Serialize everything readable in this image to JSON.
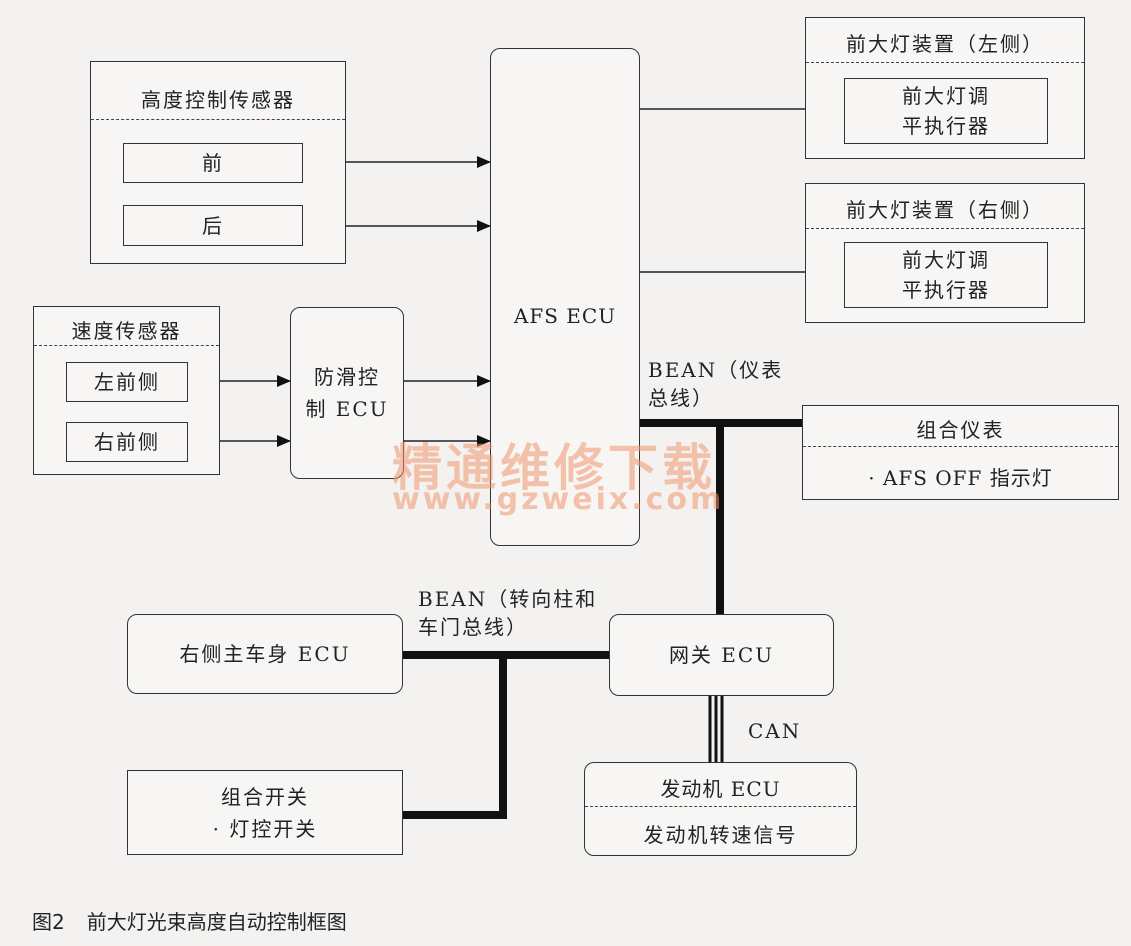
{
  "height_sensor": {
    "title": "高度控制传感器",
    "front": "前",
    "rear": "后"
  },
  "speed_sensor": {
    "title": "速度传感器",
    "left_front": "左前侧",
    "right_front": "右前侧"
  },
  "abs_ecu": {
    "line1": "防滑控",
    "line2": "制 ECU"
  },
  "afs_ecu": {
    "label": "AFS ECU"
  },
  "headlamp_left": {
    "title": "前大灯装置（左侧）",
    "actuator_line1": "前大灯调",
    "actuator_line2": "平执行器"
  },
  "headlamp_right": {
    "title": "前大灯装置（右侧）",
    "actuator_line1": "前大灯调",
    "actuator_line2": "平执行器"
  },
  "bean_meter": {
    "line1": "BEAN（仪表",
    "line2": "总线）"
  },
  "combination_meter": {
    "title": "组合仪表",
    "item": "· AFS OFF 指示灯"
  },
  "watermark": {
    "text": "精通维修下载",
    "url": "www.gzweix.com"
  },
  "bean_steering": {
    "line1": "BEAN（转向柱和",
    "line2": "车门总线）"
  },
  "body_ecu": {
    "label": "右侧主车身 ECU"
  },
  "gateway_ecu": {
    "label": "网关 ECU"
  },
  "combo_switch": {
    "line1": "组合开关",
    "line2": "· 灯控开关"
  },
  "can": {
    "label": "CAN"
  },
  "engine_ecu": {
    "title": "发动机 ECU",
    "item": "发动机转速信号"
  },
  "caption": {
    "number": "图2",
    "text": "前大灯光束高度自动控制框图"
  }
}
